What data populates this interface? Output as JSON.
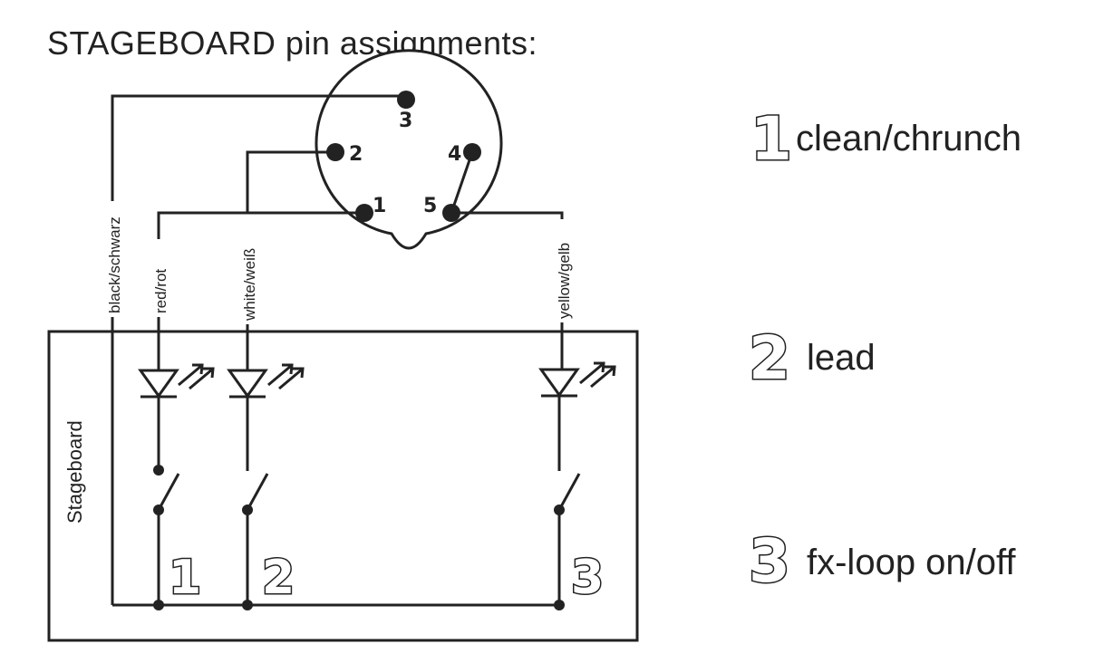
{
  "title": "STAGEBOARD pin assignments:",
  "connector": {
    "pins": [
      "1",
      "2",
      "3",
      "4",
      "5"
    ]
  },
  "wires": {
    "black": "black/schwarz",
    "red": "red/rot",
    "white": "white/weiß",
    "yellow": "yellow/gelb"
  },
  "board_label": "Stageboard",
  "switch_numbers": [
    "1",
    "2",
    "3"
  ],
  "legend": [
    {
      "number": "1",
      "label": "clean/chrunch"
    },
    {
      "number": "2",
      "label": "lead"
    },
    {
      "number": "3",
      "label": "fx-loop on/off"
    }
  ]
}
